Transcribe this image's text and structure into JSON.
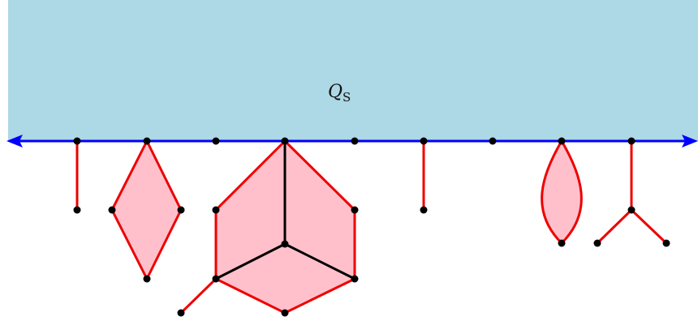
{
  "diagram": {
    "region": {
      "label_main": "Q",
      "label_sub": "S",
      "fill_color": "#add8e6"
    },
    "boundary_line": {
      "color": "#0000ff",
      "arrows": "both-ends"
    },
    "colors": {
      "edge_red": "#ee0000",
      "edge_black": "#000000",
      "face_pink": "#ffc0cb",
      "node": "#000000"
    }
  }
}
